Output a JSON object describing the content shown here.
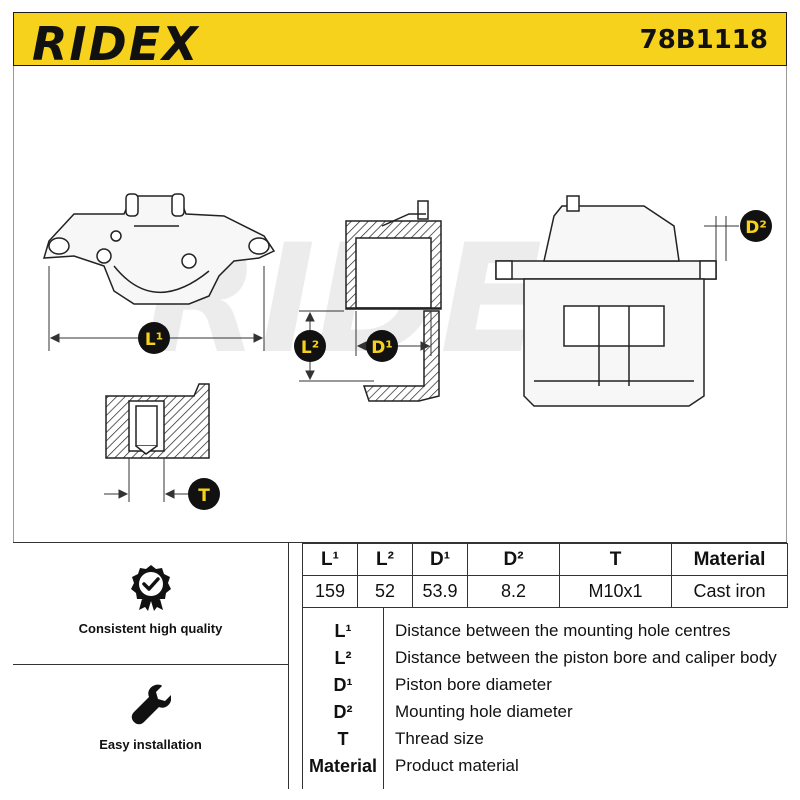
{
  "header": {
    "brand": "RIDEX",
    "part_number": "78B1118"
  },
  "drawing": {
    "watermark": "RIDEX",
    "labels": {
      "l1": "L¹",
      "l2": "L²",
      "d1": "D¹",
      "d2": "D²",
      "t": "T"
    }
  },
  "features": [
    {
      "label": "Consistent high quality",
      "icon": "quality-badge-icon"
    },
    {
      "label": "Easy installation",
      "icon": "wrench-icon"
    }
  ],
  "specs": {
    "headers": [
      "L¹",
      "L²",
      "D¹",
      "D²",
      "T",
      "Material"
    ],
    "values": [
      "159",
      "52",
      "53.9",
      "8.2",
      "M10x1",
      "Cast iron"
    ]
  },
  "legend": [
    {
      "key": "L¹",
      "text": "Distance between the mounting hole centres"
    },
    {
      "key": "L²",
      "text": "Distance between the piston bore and caliper body"
    },
    {
      "key": "D¹",
      "text": "Piston bore diameter"
    },
    {
      "key": "D²",
      "text": "Mounting hole diameter"
    },
    {
      "key": "T",
      "text": "Thread size"
    },
    {
      "key": "Material",
      "text": "Product material"
    }
  ],
  "colors": {
    "brand_yellow": "#f6d21c",
    "callout_badge": "#111111",
    "callout_text": "#f6d21c"
  }
}
